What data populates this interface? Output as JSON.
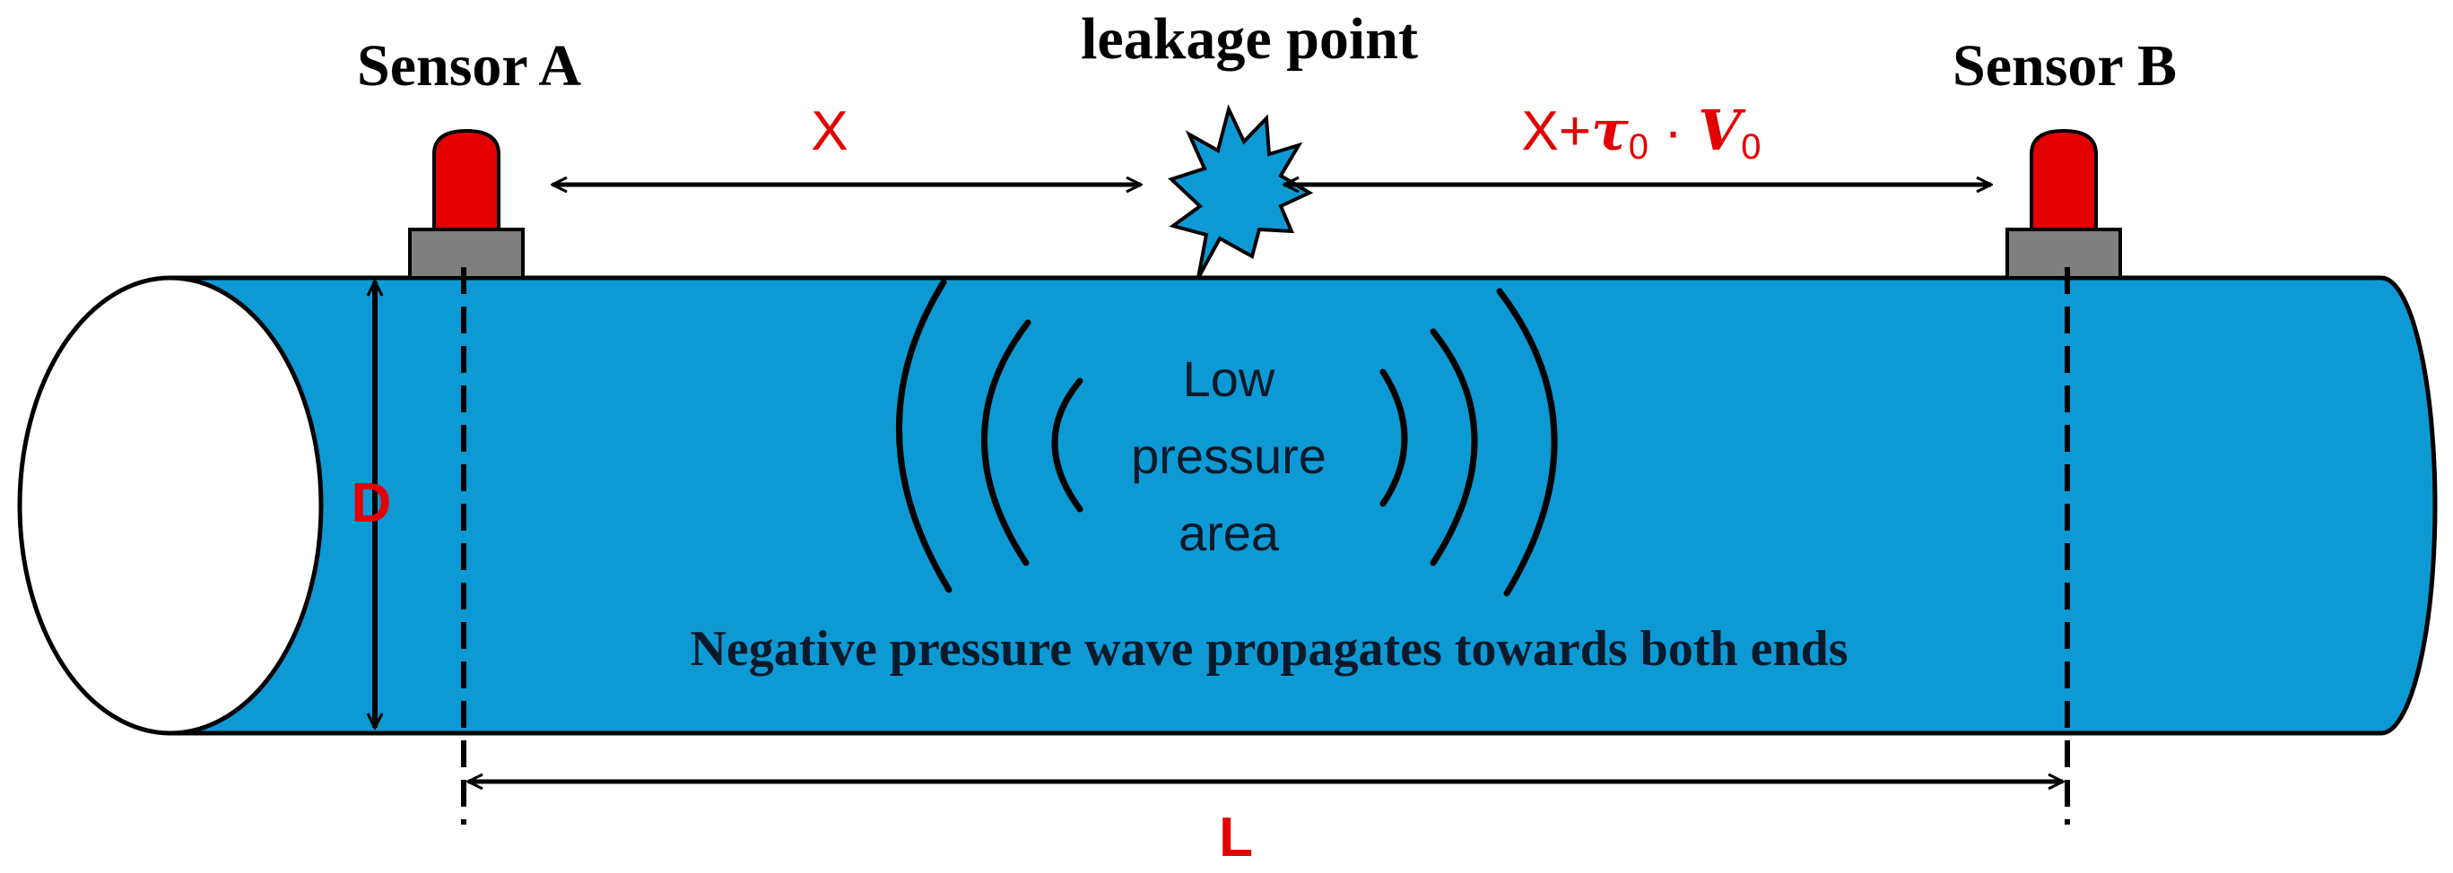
{
  "labels": {
    "sensor_a": "Sensor A",
    "sensor_b": "Sensor B",
    "leakage_point": "leakage point",
    "distance_left": "X",
    "distance_right_prefix": "X+",
    "distance_right_tau": "τ",
    "distance_right_tau_sub": "0",
    "distance_right_dot": " · ",
    "distance_right_v": "V",
    "distance_right_v_sub": "0",
    "diameter": "D",
    "length": "L",
    "low_pressure_line1": "Low",
    "low_pressure_line2": "pressure",
    "low_pressure_line3": "area",
    "wave_caption": "Negative pressure wave propagates towards both ends"
  },
  "colors": {
    "pipe_fill": "#0d9ad4",
    "sensor_cap": "#e30000",
    "sensor_base": "#7f7f7f",
    "label_red": "#e30000",
    "text_dark": "#0a1a2a"
  }
}
